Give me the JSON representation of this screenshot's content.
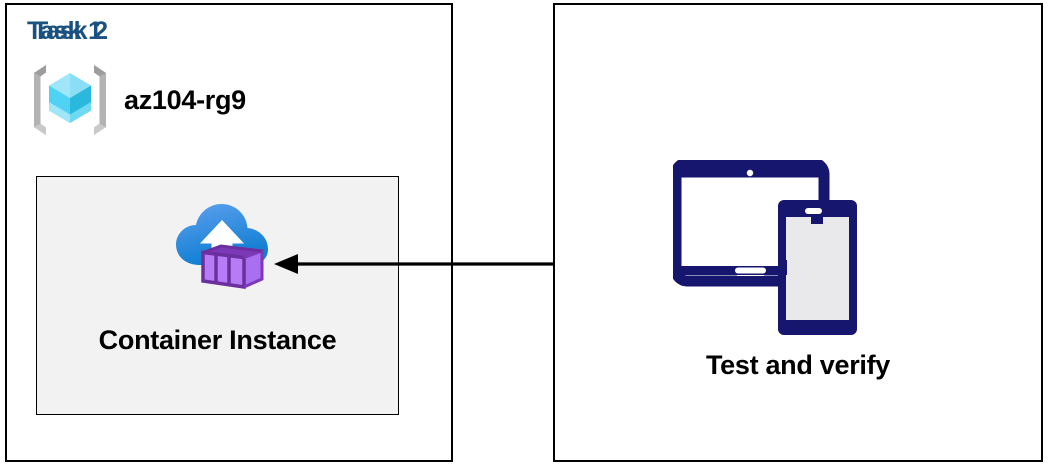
{
  "diagram": {
    "title_color": "#1a5181",
    "arrow_color": "#000000",
    "device_color": "#16166e",
    "panels": [
      {
        "id": "task1",
        "title": "Task 1",
        "resource_group": {
          "icon": "azure-resource-group-icon",
          "label": "az104-rg9"
        },
        "resource": {
          "icon": "azure-container-instance-icon",
          "label": "Container Instance",
          "box_fill": "#f2f2f2"
        }
      },
      {
        "id": "task2",
        "title": "Task 2",
        "resource": {
          "icon": "devices-tablet-phone-icon",
          "label": "Test and verify"
        }
      }
    ],
    "connector": {
      "name": "arrow-task2-to-container-instance",
      "direction": "left",
      "from": "Test and verify",
      "to": "Container Instance"
    }
  }
}
